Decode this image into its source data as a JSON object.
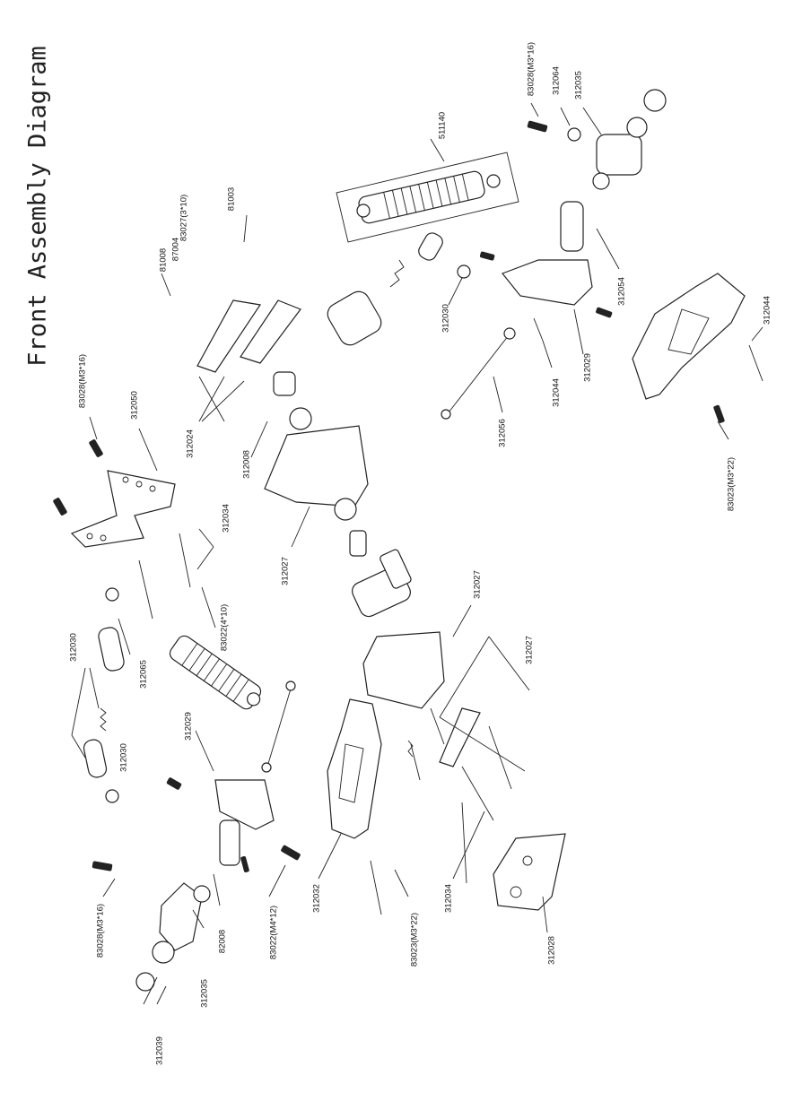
{
  "title": "Front Assembly Diagram",
  "labels": {
    "l312039": "312039",
    "l83028_a": "83028(M3*16)",
    "l312035_a": "312035",
    "l82008": "82008",
    "l83022_412": "83022(M4*12)",
    "l312032": "312032",
    "l83023_a": "83023(M3*22)",
    "l312034_a": "312034",
    "l312028": "312028",
    "l312030_a": "312030",
    "l312030_b": "312030",
    "l312065": "312065",
    "l312029_a": "312029",
    "l83022_410": "83022(4*10)",
    "l312034_b": "312034",
    "l83028_b": "83028(M3*16)",
    "l312050": "312050",
    "l312024": "312024",
    "l312008": "312008",
    "l312027_a": "312027",
    "l312027_b": "312027",
    "l312027_c": "312027",
    "l81008": "81008",
    "l87004": "87004",
    "l83027": "83027(3*10)",
    "l81003": "81003",
    "l511140": "511140",
    "l312030_c": "312030",
    "l312056": "312056",
    "l312044_a": "312044",
    "l312029_b": "312029",
    "l312054": "312054",
    "l83028_c": "83028(M3*16)",
    "l312064": "312064",
    "l312035_b": "312035",
    "l312044_b": "312044",
    "l83023_b": "83023(M3*22)"
  }
}
